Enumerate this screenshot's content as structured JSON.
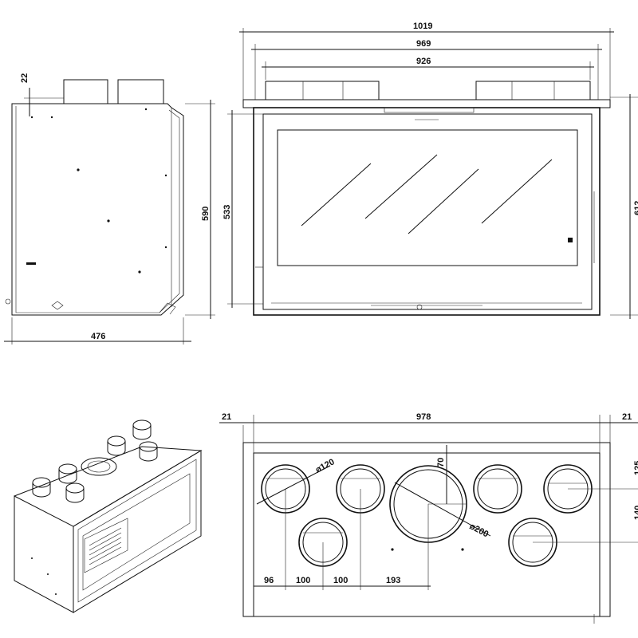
{
  "drawing": {
    "side_view": {
      "depth": "476",
      "height": "590",
      "top_offset": "22"
    },
    "front_view": {
      "overall_width": "1019",
      "frame_width": "969",
      "inner_width": "926",
      "glass_height": "533",
      "right_height_partial": "612"
    },
    "top_view": {
      "left_margin": "21",
      "right_margin": "21",
      "inner_width": "978",
      "small_outlet_diameter": "ø120",
      "large_outlet_diameter": "ø200",
      "large_outlet_offset": "70",
      "right_dim_top": "125",
      "right_dim_mid": "140",
      "spacing_1": "96",
      "spacing_2": "100",
      "spacing_3": "100",
      "spacing_4": "193"
    }
  }
}
